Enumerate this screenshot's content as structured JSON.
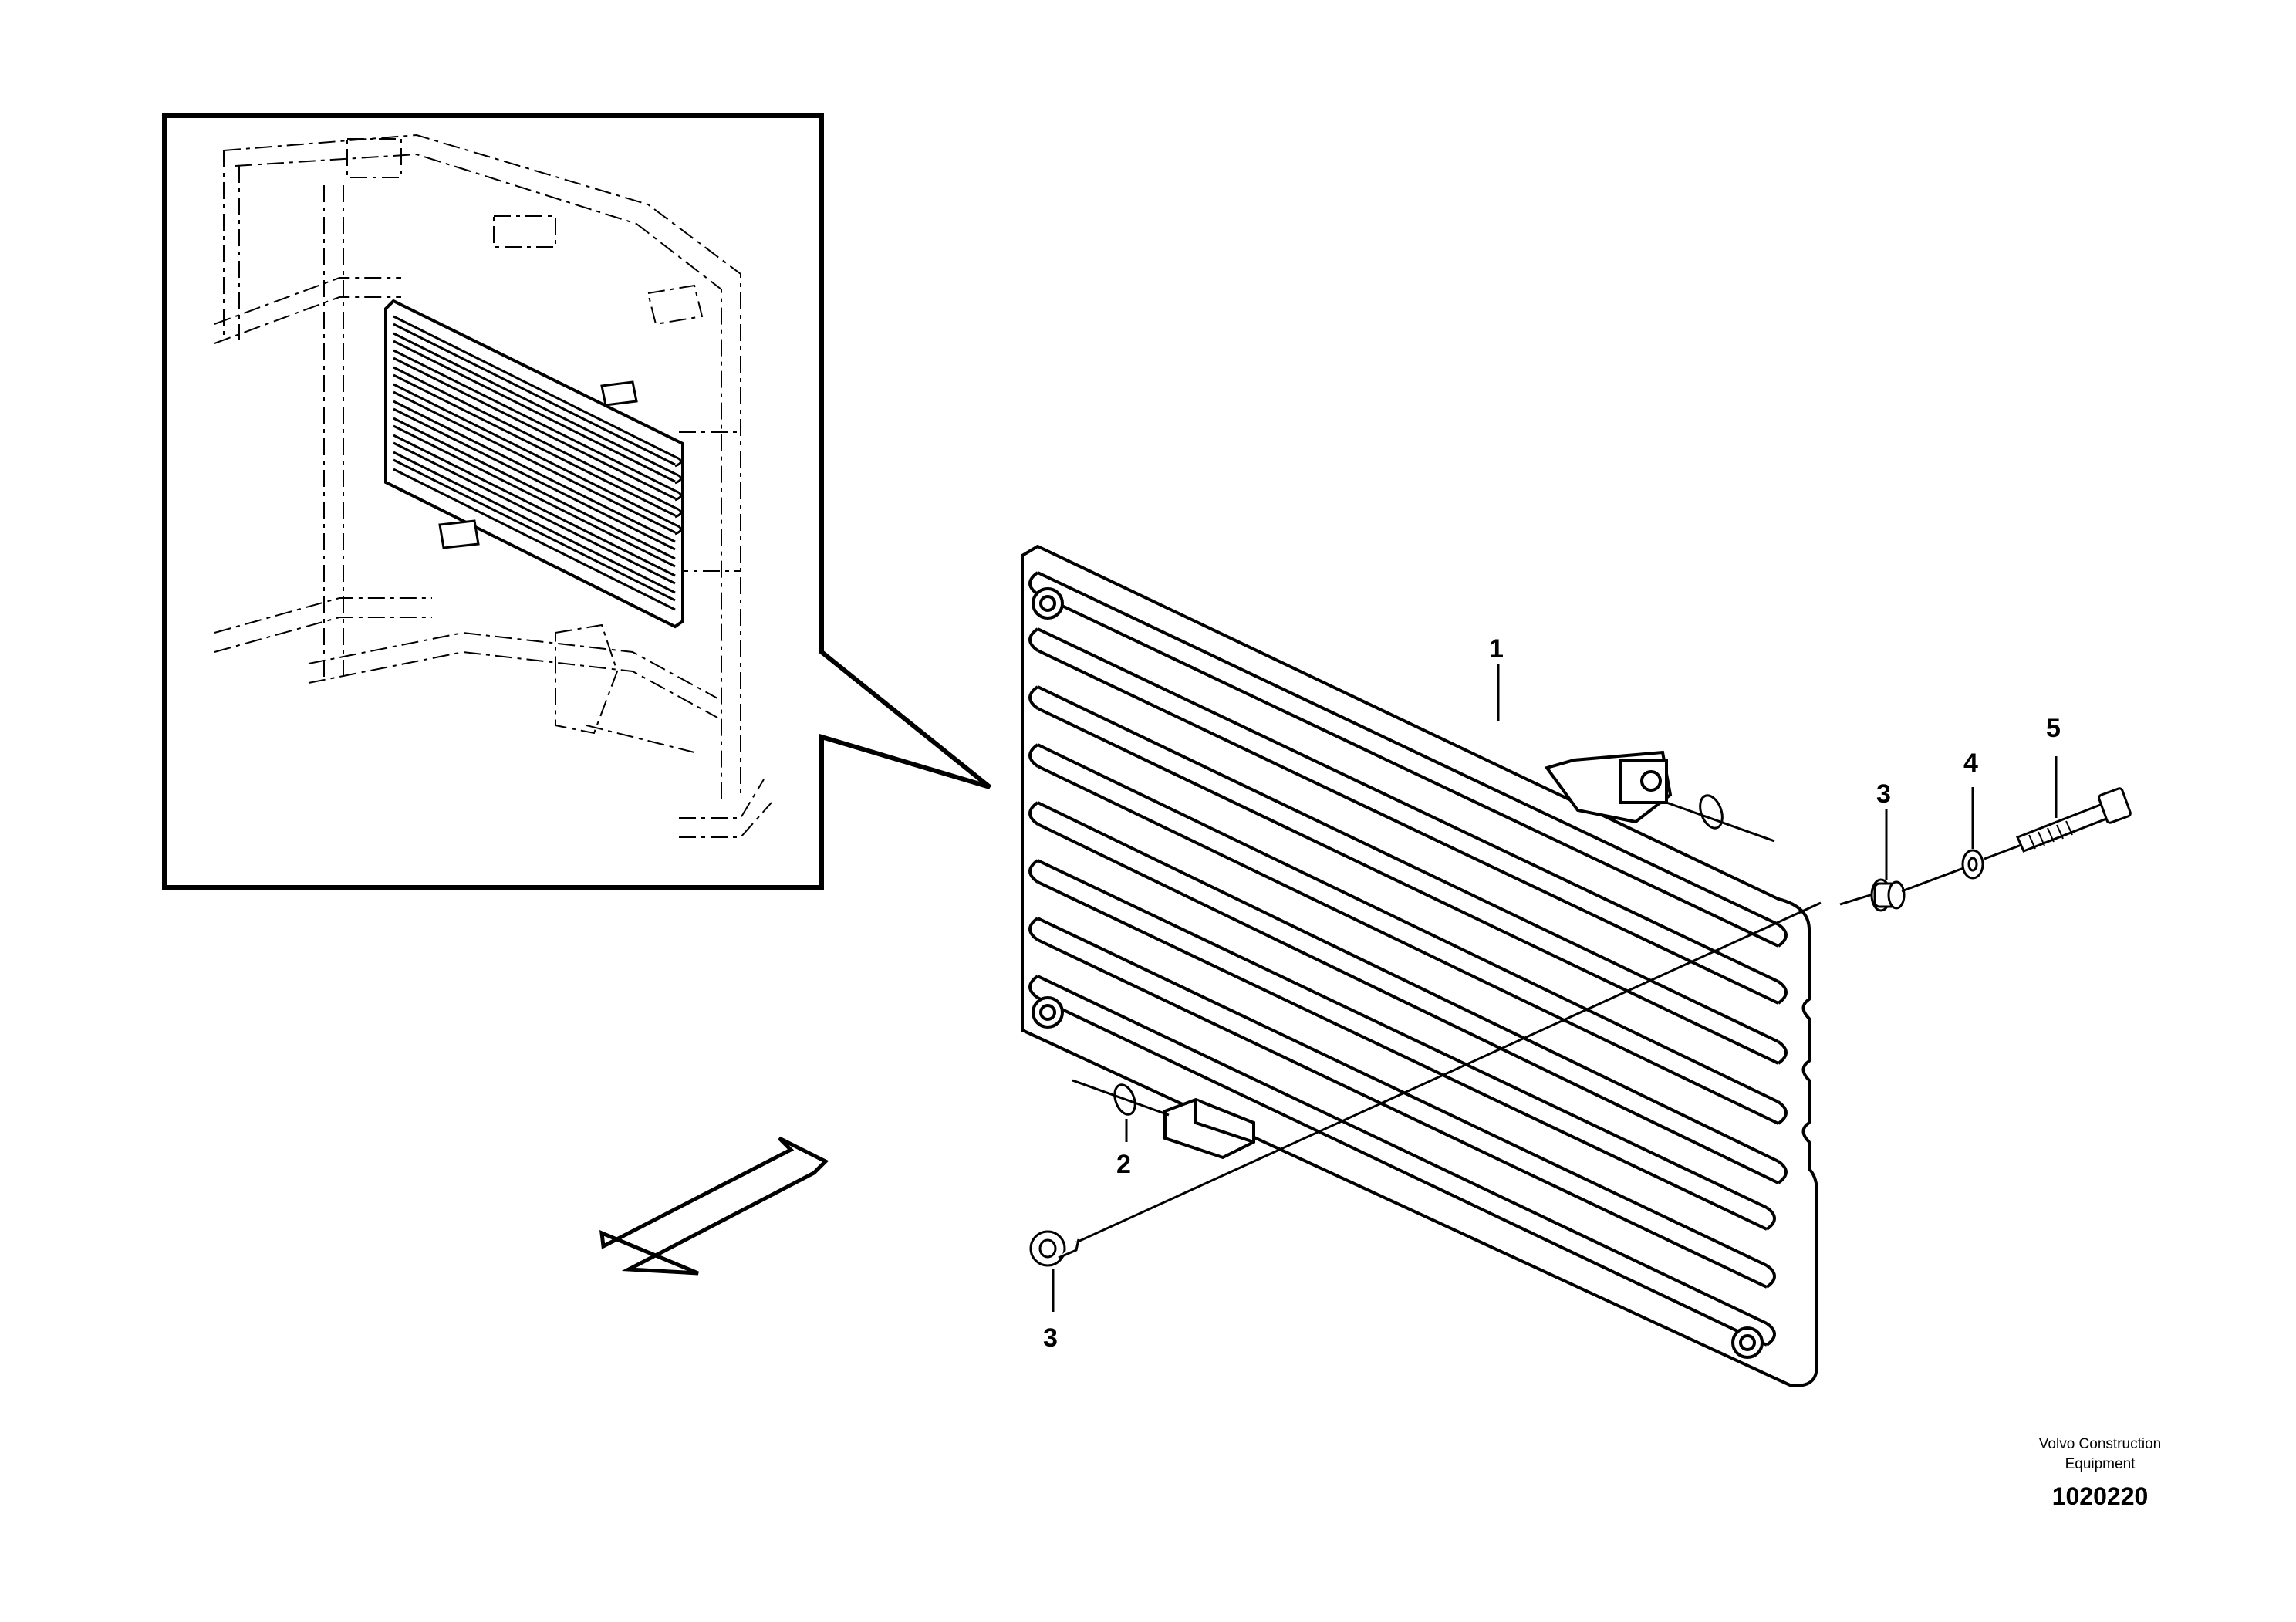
{
  "diagram": {
    "part_labels": [
      "1",
      "2",
      "3",
      "3",
      "4",
      "5"
    ],
    "credit_line1": "Volvo Construction",
    "credit_line2": "Equipment",
    "document_number": "1020220"
  },
  "colors": {
    "line": "#000000",
    "background": "#ffffff"
  },
  "icons": {
    "direction_arrow": "arrow-down-left-icon"
  }
}
